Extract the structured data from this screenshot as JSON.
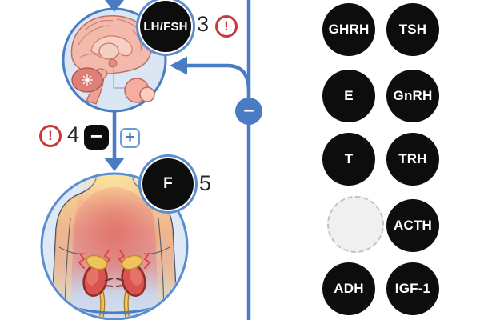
{
  "colors": {
    "accent_blue": "#4a7cc4",
    "ring_blue": "#5b8ccd",
    "alert_red": "#c73a3a",
    "chip_black": "#0d0d0d",
    "panel_light_blue": "#dbe6f5"
  },
  "flow": {
    "step3": {
      "number": "3",
      "alert_icon": "!",
      "chip": "LH/FSH"
    },
    "step4": {
      "number": "4",
      "alert_icon": "!",
      "minus": "−",
      "plus": "+"
    },
    "step5": {
      "number": "5",
      "chip": "F"
    },
    "feedback_sign": "−"
  },
  "bank": {
    "chips": [
      {
        "label": "GHRH"
      },
      {
        "label": "TSH"
      },
      {
        "label": "E"
      },
      {
        "label": "GnRH"
      },
      {
        "label": "T"
      },
      {
        "label": "TRH"
      },
      {
        "label": ""
      },
      {
        "label": "ACTH"
      },
      {
        "label": "ADH"
      },
      {
        "label": "IGF-1"
      }
    ]
  }
}
